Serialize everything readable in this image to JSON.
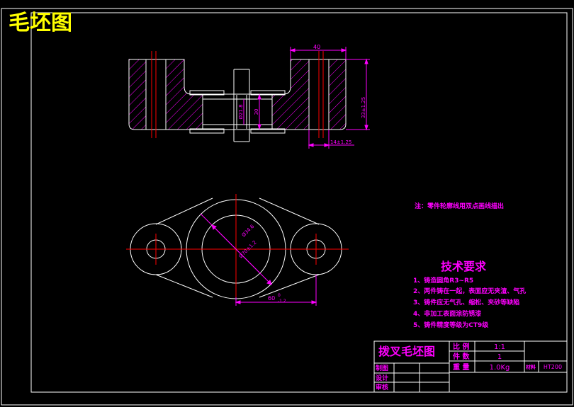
{
  "sheet": {
    "title": "毛坯图"
  },
  "dimensions": {
    "top_width": "40",
    "right_height": "33±1.25",
    "bottom_width": "14±1.25",
    "bore_dia": "Ø21.8",
    "slot_height": "30",
    "inner_circle": "Ø34.6",
    "outer_circle": "Ø70±1.2",
    "center_distance": "60",
    "center_distance_tol_upper": "0",
    "center_distance_tol_lower": "-1.2"
  },
  "note": "注：零件轮廓线用双点画线描出",
  "tech": {
    "heading": "技术要求",
    "items": [
      "1、铸造圆角R3~R5",
      "2、两件铸在一起，表面应无夹渣、气孔",
      "3、铸件应无气孔、缩松、夹砂等缺陷",
      "4、非加工表面涂防锈漆",
      "5、铸件精度等级为CT9级"
    ]
  },
  "titleblock": {
    "name": "拨叉毛坯图",
    "scale_label": "比 例",
    "scale_value": "1:1",
    "qty_label": "件 数",
    "qty_value": "1",
    "weight_label": "重 量",
    "weight_value": "1.0Kg",
    "material_label": "材料",
    "material_value": "HT200",
    "drawn_label": "制图",
    "design_label": "设计",
    "check_label": "审核"
  },
  "colors": {
    "outline": "#ffffff",
    "hatch": "#ff00ff",
    "centerline": "#ff0000",
    "text": "#ff00ff",
    "title": "#ffff00"
  }
}
